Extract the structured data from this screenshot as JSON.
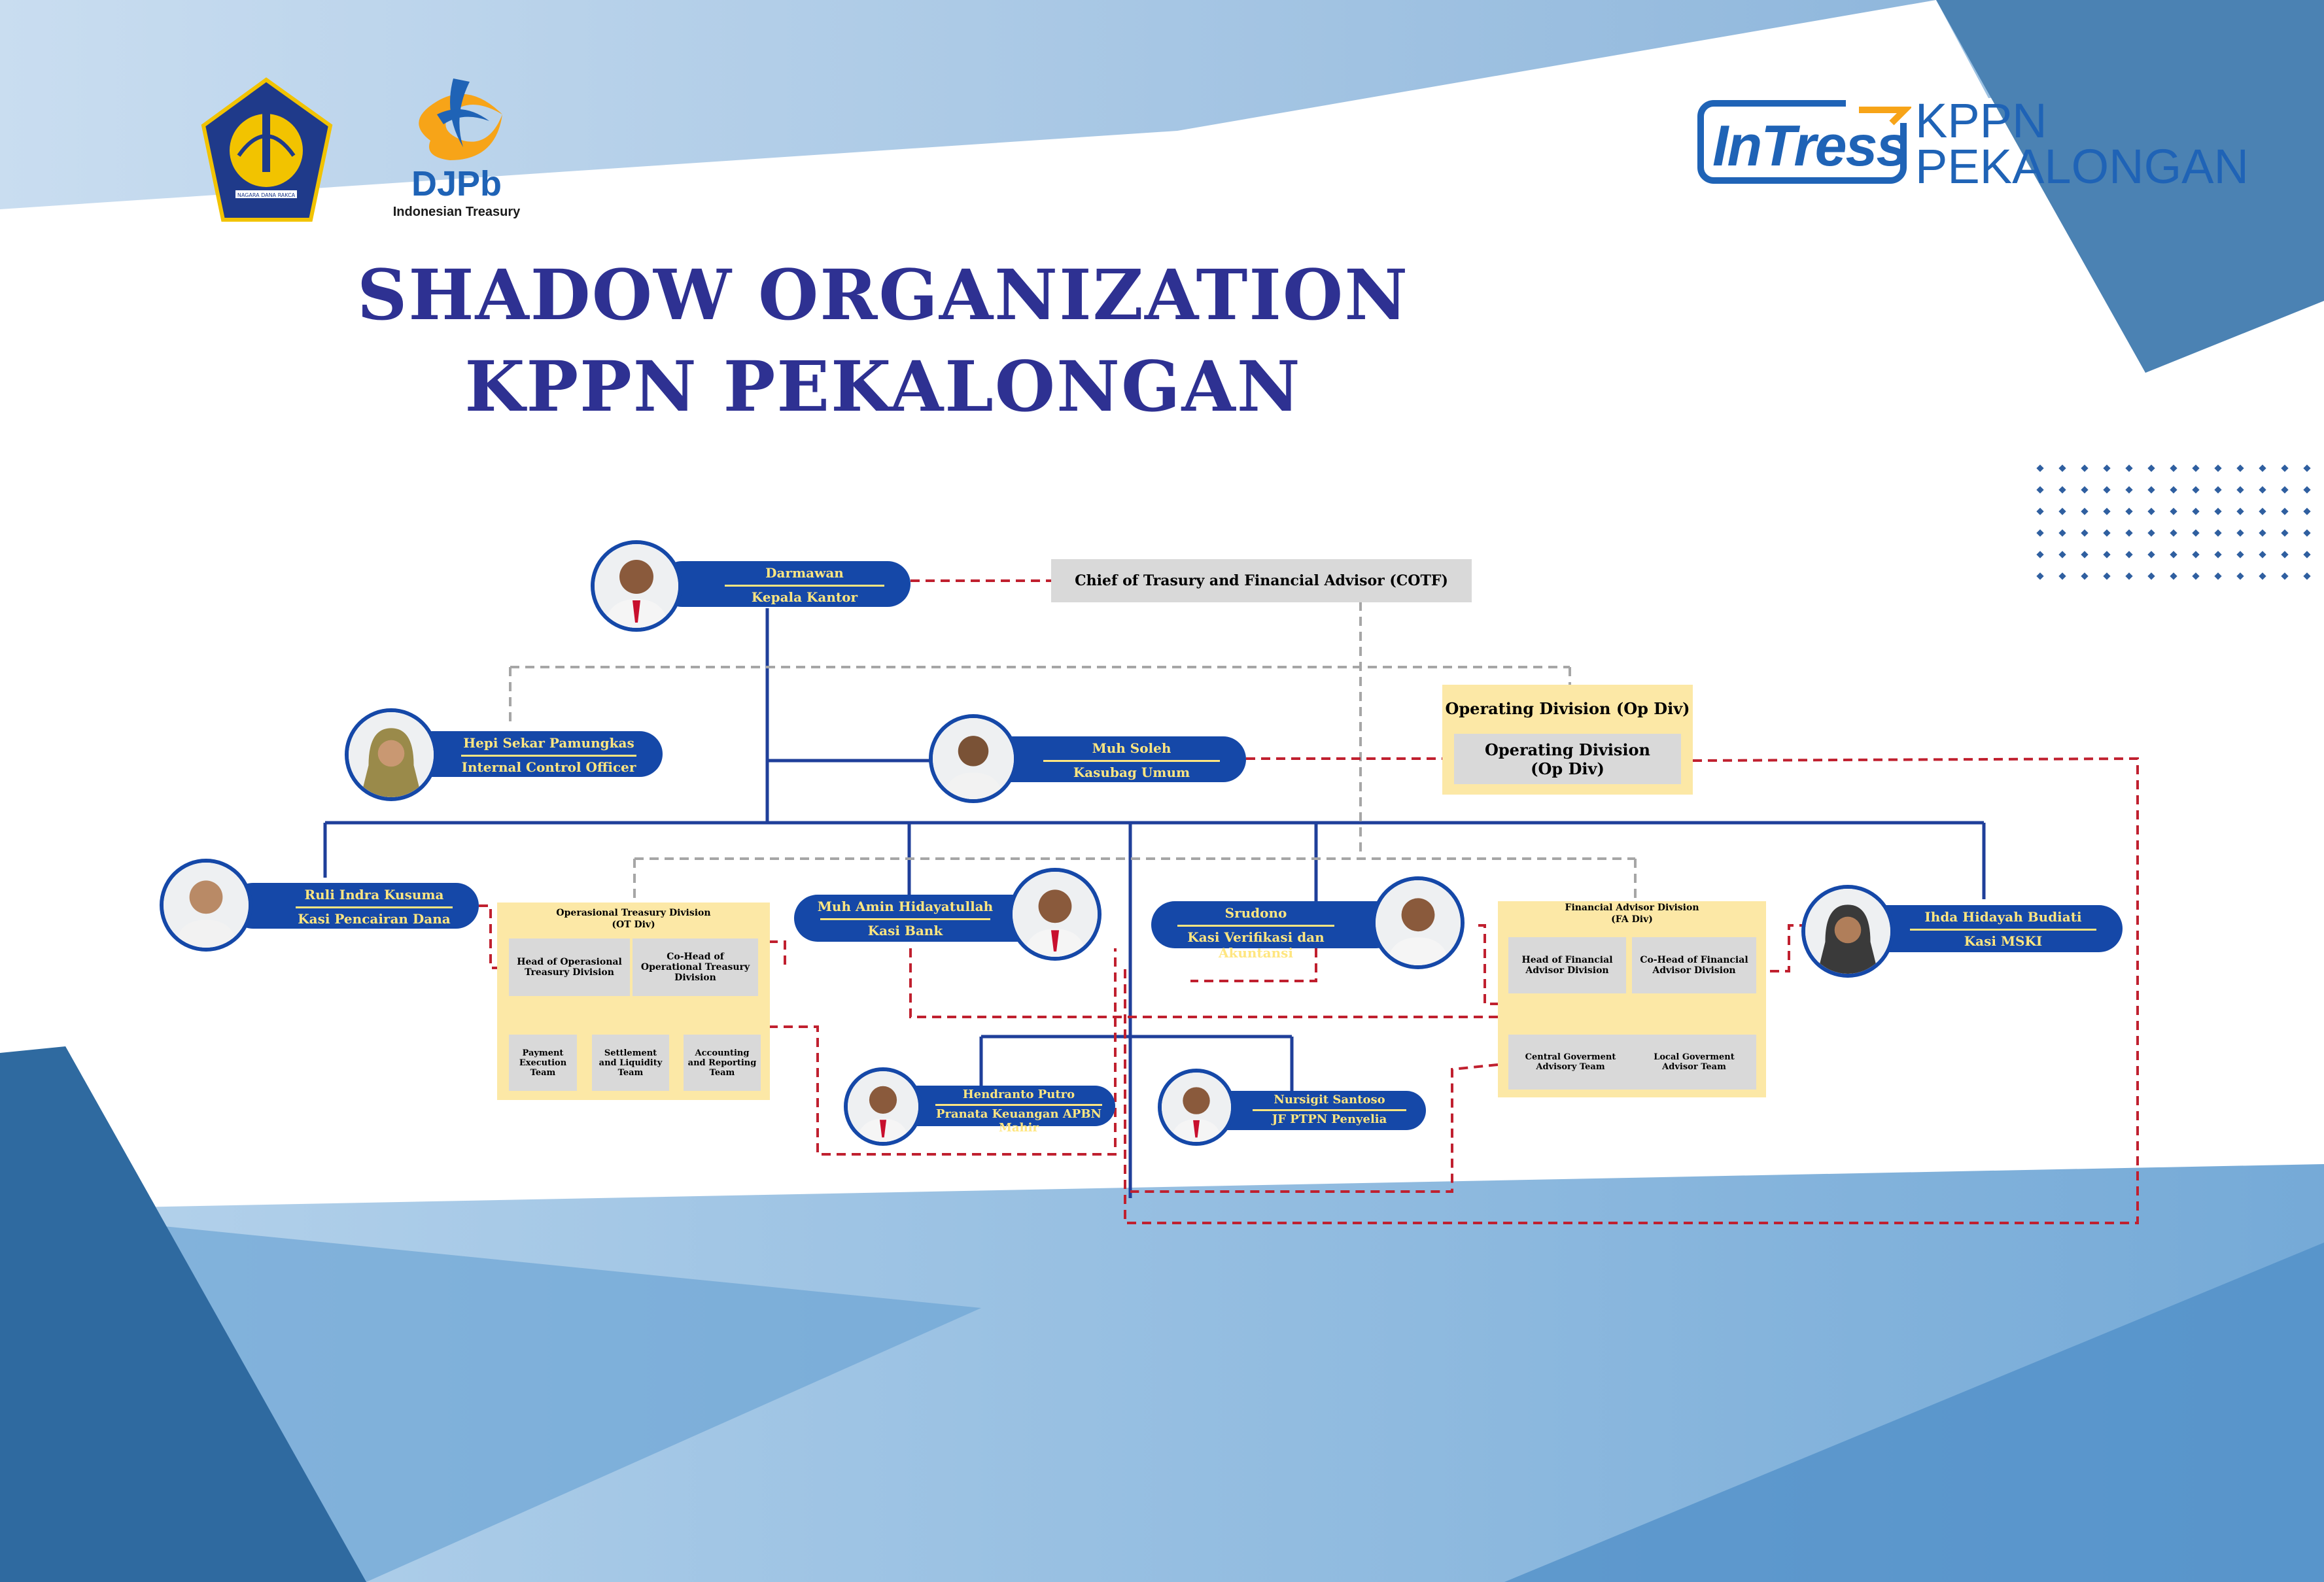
{
  "header": {
    "title_line1": "SHADOW ORGANIZATION",
    "title_line2": "KPPN PEKALONGAN",
    "djpb_logo_text": "DJPb",
    "djpb_tagline": "Indonesian Treasury",
    "kemenkeu_motto": "NAGARA DANA RAKCA",
    "intress_logo_text": "InTress",
    "office_line1": "KPPN",
    "office_line2": "PEKALONGAN"
  },
  "colors": {
    "title": "#2e3192",
    "person_bar": "#1548a8",
    "name_text": "#ffe680",
    "division_box": "#fce8a6",
    "team_box": "#d9d9d9",
    "solid_line": "#1f3f9a",
    "red_dashed_line": "#c0202f",
    "gray_dashed_line": "#a6a6a6"
  },
  "people": {
    "head": {
      "name": "Darmawan",
      "role": "Kepala Kantor"
    },
    "ico": {
      "name": "Hepi Sekar Pamungkas",
      "role": "Internal Control Officer"
    },
    "kasubag": {
      "name": "Muh Soleh",
      "role": "Kasubag Umum"
    },
    "pd": {
      "name": "Ruli Indra Kusuma",
      "role": "Kasi Pencairan Dana"
    },
    "bank": {
      "name": "Muh Amin Hidayatullah",
      "role": "Kasi Bank"
    },
    "vera": {
      "name": "Srudono",
      "role": "Kasi Verifikasi dan Akuntansi"
    },
    "mski": {
      "name": "Ihda Hidayah Budiati",
      "role": "Kasi MSKI"
    },
    "apbn": {
      "name": "Hendranto Putro",
      "role": "Pranata Keuangan APBN Mahir"
    },
    "jf": {
      "name": "Nursigit Santoso",
      "role": "JF PTPN Penyelia"
    }
  },
  "cotf": {
    "label": "Chief of Trasury and Financial Advisor (COTF)"
  },
  "op_div": {
    "title": "Operating Division (Op Div)",
    "inner_line1": "Operating Division",
    "inner_line2": "(Op Div)"
  },
  "ot_div": {
    "title_line1": "Operasional Treasury Division",
    "title_line2": "(OT Div)",
    "head": "Head of Operasional Treasury Division",
    "cohead": "Co-Head of Operational Treasury Division",
    "teams": [
      "Payment Execution Team",
      "Settlement and Liquidity Team",
      "Accounting and Reporting Team"
    ]
  },
  "fa_div": {
    "title_line1": "Financial Advisor Division",
    "title_line2": "(FA Div)",
    "head": "Head of Financial Advisor Division",
    "cohead": "Co-Head of Financial Advisor Division",
    "teams": [
      "Central Goverment Advisory Team",
      "Local Goverment Advisor Team"
    ]
  }
}
